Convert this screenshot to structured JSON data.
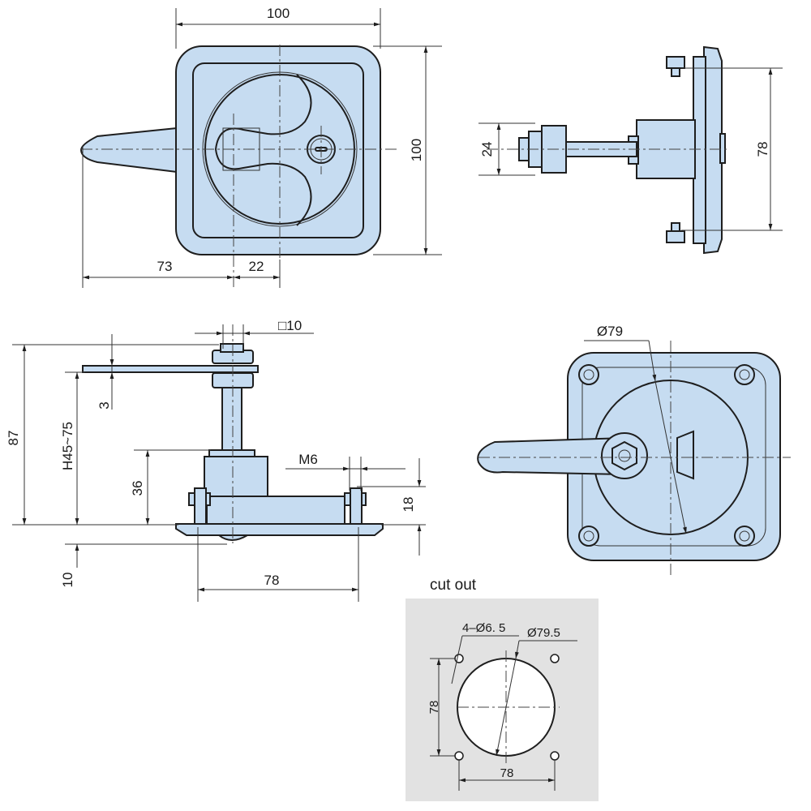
{
  "title": "Flush T-handle lock technical drawing",
  "colors": {
    "part_fill": "#c6dcf1",
    "cutout_panel": "#e2e2e2",
    "line": "#1e1e1e"
  },
  "front_view": {
    "width_label": "100",
    "height_label": "100",
    "handle_offset_label": "73",
    "center_offset_label": "22"
  },
  "side_view_top": {
    "stud_label": "24",
    "bolt_spacing_label": "78"
  },
  "side_view": {
    "square_label": "□10",
    "total_height_label": "87",
    "grip_range_label": "H45~75",
    "cam_thickness_label": "3",
    "body_height_label": "36",
    "thread_label": "M6",
    "stud_height_label": "18",
    "flange_label": "10",
    "bolt_spacing_label": "78"
  },
  "rear_view": {
    "diameter_label": "Ø79"
  },
  "cutout": {
    "title": "cut out",
    "holes_label": "4–Ø6. 5",
    "diameter_label": "Ø79.5",
    "vertical_label": "78",
    "horizontal_label": "78"
  }
}
